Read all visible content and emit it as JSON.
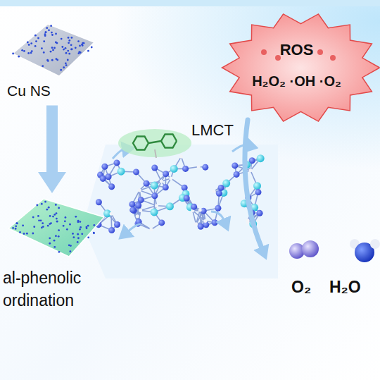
{
  "diagram": {
    "nodes": [
      {
        "text": [
          "Cu NS"
        ]
      },
      {
        "text": [
          "al-phenolic ordination"
        ]
      },
      {
        "text": [
          "ROS",
          "H₂O₂ ·OH ·O₂"
        ]
      }
    ],
    "edges": [
      {
        "from": 0,
        "to": 1,
        "arrow": "to"
      }
    ],
    "labels": [
      "LMCT",
      "O₂",
      "H₂O"
    ]
  }
}
